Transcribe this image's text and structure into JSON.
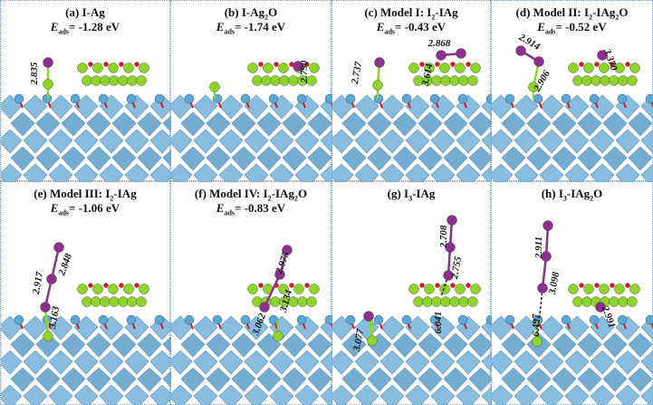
{
  "panels": [
    {
      "id": "a",
      "title": [
        {
          "t": "(a) I-Ag"
        }
      ],
      "eads": "= -1.28 eV",
      "distances": [
        "2.835"
      ]
    },
    {
      "id": "b",
      "title": [
        {
          "t": "(b) I-Ag"
        },
        {
          "s": "2"
        },
        {
          "t": "O"
        }
      ],
      "eads": "= -1.74 eV",
      "distances": [
        "2.790"
      ]
    },
    {
      "id": "c",
      "title": [
        {
          "t": "(c) Model I: I"
        },
        {
          "s": "2"
        },
        {
          "t": "-IAg"
        }
      ],
      "eads": "= -0.43 eV",
      "distances": [
        "2.737",
        "3.614",
        "2.868"
      ]
    },
    {
      "id": "d",
      "title": [
        {
          "t": "(d) Model II: I"
        },
        {
          "s": "2"
        },
        {
          "t": "-IAg"
        },
        {
          "s": "2"
        },
        {
          "t": "O"
        }
      ],
      "eads": "= -0.52 eV",
      "distances": [
        "2.914",
        "2.906",
        "3.370"
      ]
    },
    {
      "id": "e",
      "title": [
        {
          "t": "(e) Model III: I"
        },
        {
          "s": "2"
        },
        {
          "t": "-IAg"
        }
      ],
      "eads": "= -1.06 eV",
      "distances": [
        "2.917",
        "2.848",
        "3.163"
      ]
    },
    {
      "id": "f",
      "title": [
        {
          "t": "(f) Model IV: I"
        },
        {
          "s": "2"
        },
        {
          "t": "-IAg"
        },
        {
          "s": "2"
        },
        {
          "t": "O"
        }
      ],
      "eads": "= -0.83 eV",
      "distances": [
        "2.975",
        "3.134",
        "3.062"
      ]
    },
    {
      "id": "g",
      "title": [
        {
          "t": "(g) I"
        },
        {
          "s": "3"
        },
        {
          "t": "-IAg"
        }
      ],
      "eads": null,
      "distances": [
        "2.708",
        "2.755",
        "6.041",
        "3.077"
      ]
    },
    {
      "id": "h",
      "title": [
        {
          "t": "(h) I"
        },
        {
          "s": "3"
        },
        {
          "t": "-IAg"
        },
        {
          "s": "2"
        },
        {
          "t": "O"
        }
      ],
      "eads": null,
      "distances": [
        "2.911",
        "3.098",
        "6.497",
        "2.991"
      ]
    }
  ],
  "eads_symbol": "E",
  "eads_sub": "ads",
  "colors": {
    "iodine": "#8e2f8e",
    "silver": "#8fd42a",
    "oxygen": "#e01818",
    "ti": "#5aa8d8",
    "slab": "#7fb8dd",
    "border": "#7a9fd6"
  }
}
